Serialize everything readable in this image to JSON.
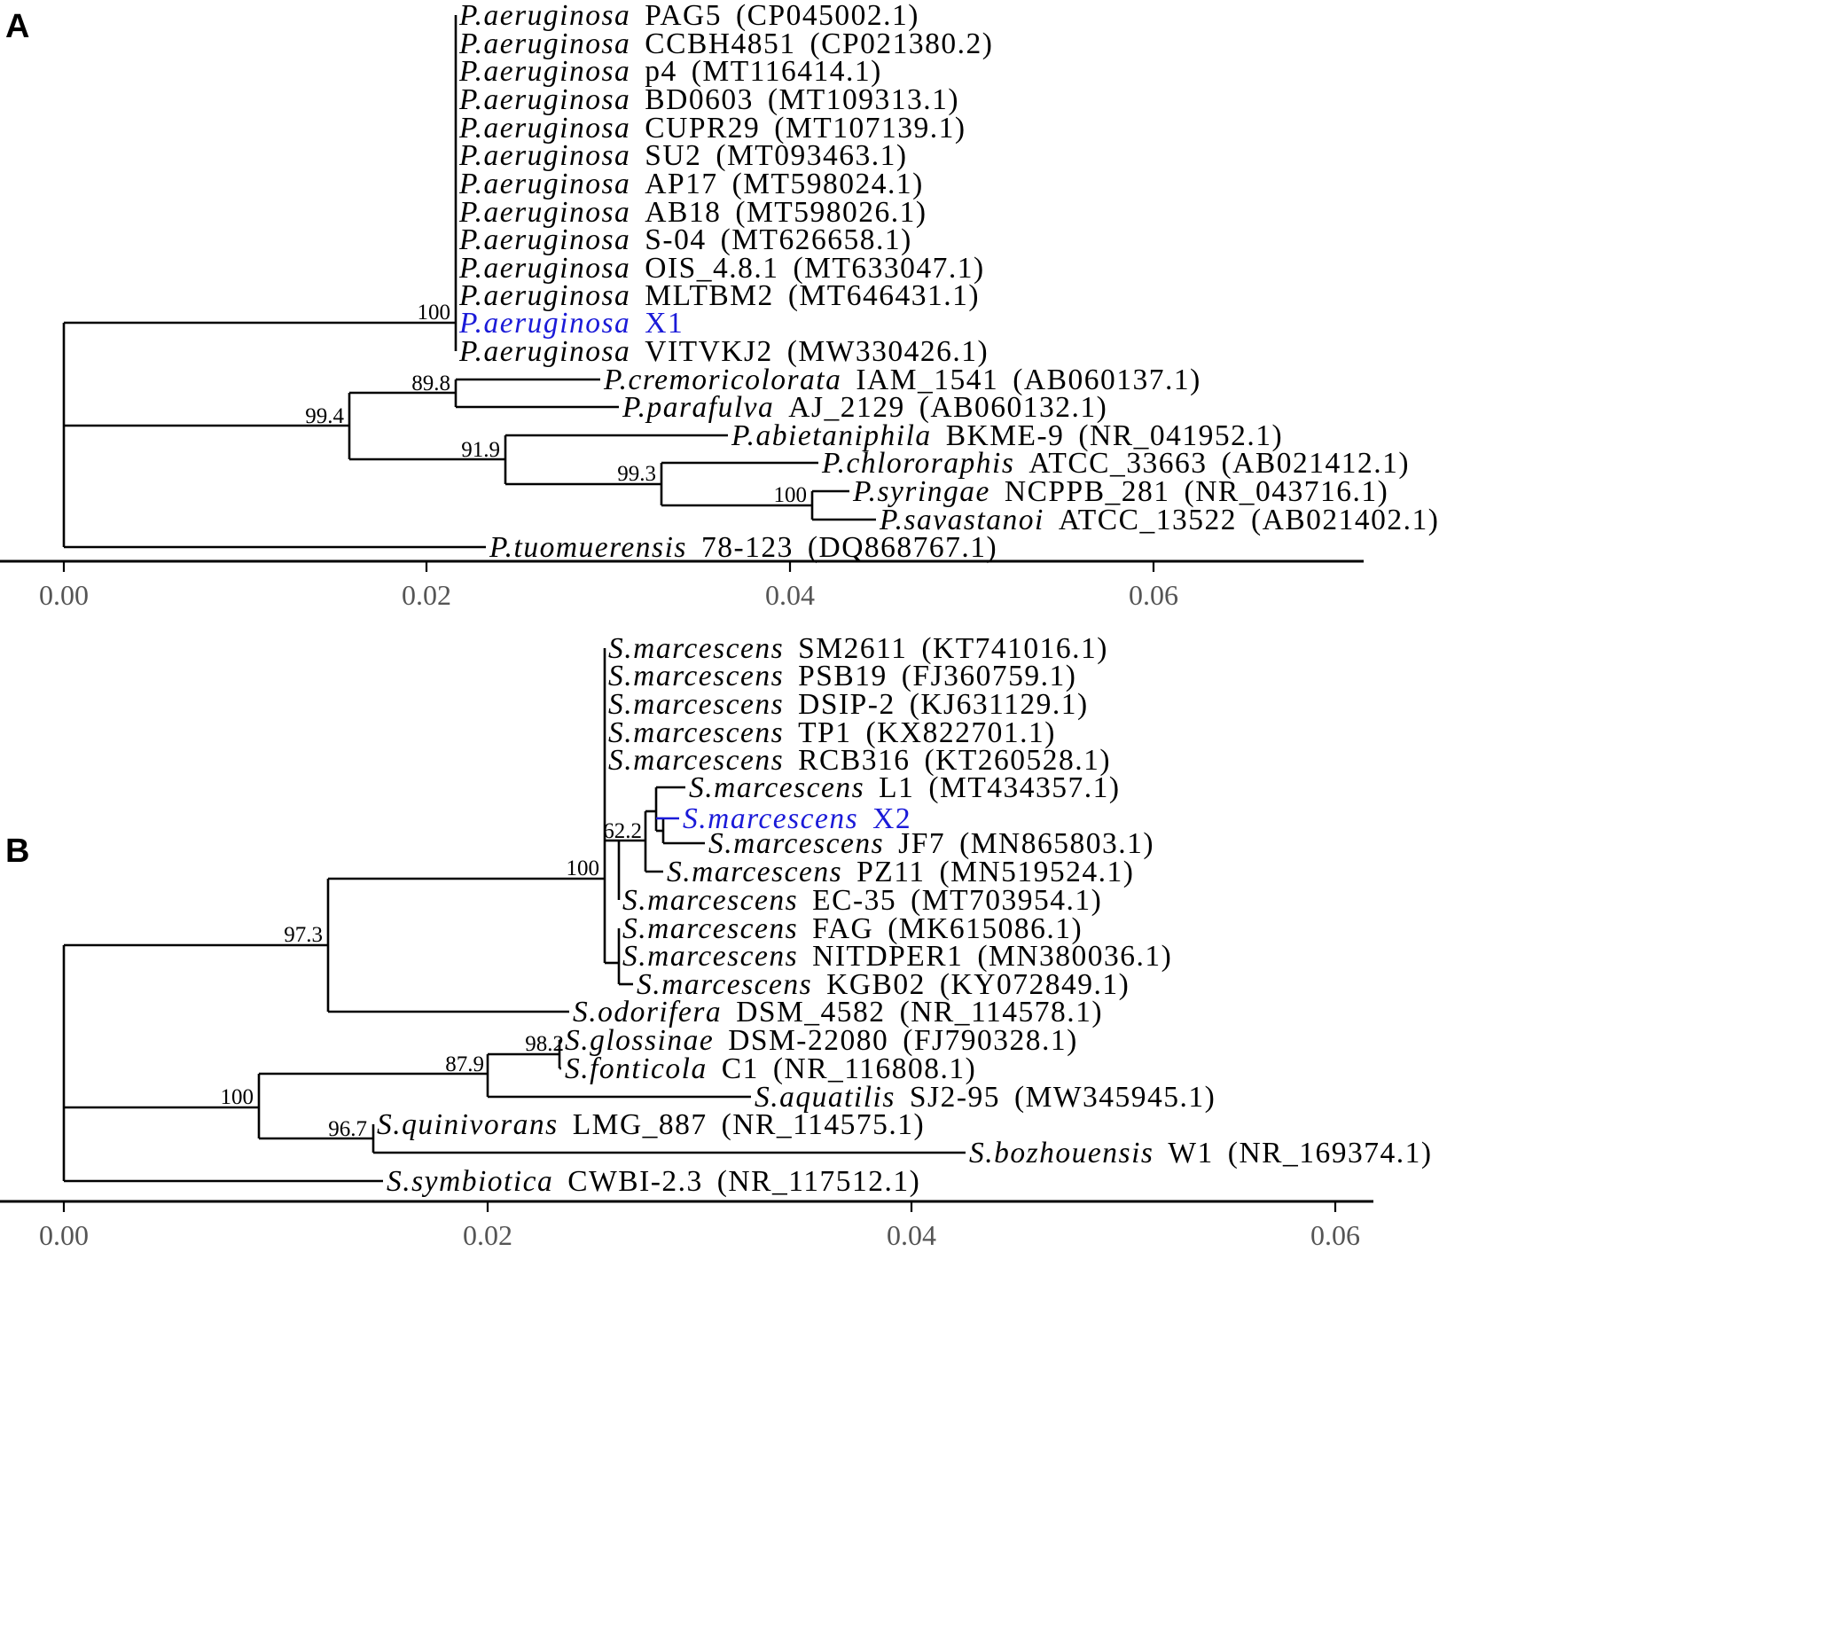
{
  "highlight_color": "#1a1ad8",
  "panels": [
    {
      "label": "A",
      "axis_ticks": [
        "0.00",
        "0.02",
        "0.04",
        "0.06"
      ],
      "leaves": [
        {
          "species": "P.aeruginosa",
          "strain": "PAG5",
          "accession": "(CP045002.1)"
        },
        {
          "species": "P.aeruginosa",
          "strain": "CCBH4851",
          "accession": "(CP021380.2)"
        },
        {
          "species": "P.aeruginosa",
          "strain": "p4",
          "accession": "(MT116414.1)"
        },
        {
          "species": "P.aeruginosa",
          "strain": "BD0603",
          "accession": "(MT109313.1)"
        },
        {
          "species": "P.aeruginosa",
          "strain": "CUPR29",
          "accession": "(MT107139.1)"
        },
        {
          "species": "P.aeruginosa",
          "strain": "SU2",
          "accession": "(MT093463.1)"
        },
        {
          "species": "P.aeruginosa",
          "strain": "AP17",
          "accession": "(MT598024.1)"
        },
        {
          "species": "P.aeruginosa",
          "strain": "AB18",
          "accession": "(MT598026.1)"
        },
        {
          "species": "P.aeruginosa",
          "strain": "S-04",
          "accession": "(MT626658.1)"
        },
        {
          "species": "P.aeruginosa",
          "strain": "OIS_4.8.1",
          "accession": "(MT633047.1)"
        },
        {
          "species": "P.aeruginosa",
          "strain": "MLTBM2",
          "accession": "(MT646431.1)"
        },
        {
          "species": "P.aeruginosa",
          "strain": "X1",
          "accession": ""
        },
        {
          "species": "P.aeruginosa",
          "strain": "VITVKJ2",
          "accession": "(MW330426.1)"
        },
        {
          "species": "P.cremoricolorata",
          "strain": "IAM_1541",
          "accession": "(AB060137.1)"
        },
        {
          "species": "P.parafulva",
          "strain": "AJ_2129",
          "accession": "(AB060132.1)"
        },
        {
          "species": "P.abietaniphila",
          "strain": "BKME-9",
          "accession": "(NR_041952.1)"
        },
        {
          "species": "P.chlororaphis",
          "strain": "ATCC_33663",
          "accession": "(AB021412.1)"
        },
        {
          "species": "P.syringae",
          "strain": "NCPPB_281",
          "accession": "(NR_043716.1)"
        },
        {
          "species": "P.savastanoi",
          "strain": "ATCC_13522",
          "accession": "(AB021402.1)"
        },
        {
          "species": "P.tuomuerensis",
          "strain": "78-123",
          "accession": "(DQ868767.1)"
        }
      ],
      "support_values": [
        "100",
        "89.8",
        "99.4",
        "91.9",
        "99.3",
        "100"
      ]
    },
    {
      "label": "B",
      "axis_ticks": [
        "0.00",
        "0.02",
        "0.04",
        "0.06"
      ],
      "leaves": [
        {
          "species": "S.marcescens",
          "strain": "SM2611",
          "accession": "(KT741016.1)"
        },
        {
          "species": "S.marcescens",
          "strain": "PSB19",
          "accession": "(FJ360759.1)"
        },
        {
          "species": "S.marcescens",
          "strain": "DSIP-2",
          "accession": "(KJ631129.1)"
        },
        {
          "species": "S.marcescens",
          "strain": "TP1",
          "accession": "(KX822701.1)"
        },
        {
          "species": "S.marcescens",
          "strain": "RCB316",
          "accession": "(KT260528.1)"
        },
        {
          "species": "S.marcescens",
          "strain": "L1",
          "accession": "(MT434357.1)"
        },
        {
          "species": "S.marcescens",
          "strain": "X2",
          "accession": ""
        },
        {
          "species": "S.marcescens",
          "strain": "JF7",
          "accession": "(MN865803.1)"
        },
        {
          "species": "S.marcescens",
          "strain": "PZ11",
          "accession": "(MN519524.1)"
        },
        {
          "species": "S.marcescens",
          "strain": "EC-35",
          "accession": "(MT703954.1)"
        },
        {
          "species": "S.marcescens",
          "strain": "FAG",
          "accession": "(MK615086.1)"
        },
        {
          "species": "S.marcescens",
          "strain": "NITDPER1",
          "accession": "(MN380036.1)"
        },
        {
          "species": "S.marcescens",
          "strain": "KGB02",
          "accession": "(KY072849.1)"
        },
        {
          "species": "S.odorifera",
          "strain": "DSM_4582",
          "accession": "(NR_114578.1)"
        },
        {
          "species": "S.glossinae",
          "strain": "DSM-22080",
          "accession": "(FJ790328.1)"
        },
        {
          "species": "S.fonticola",
          "strain": "C1",
          "accession": "(NR_116808.1)"
        },
        {
          "species": "S.aquatilis",
          "strain": "SJ2-95",
          "accession": "(MW345945.1)"
        },
        {
          "species": "S.quinivorans",
          "strain": "LMG_887",
          "accession": "(NR_114575.1)"
        },
        {
          "species": "S.bozhouensis",
          "strain": "W1",
          "accession": "(NR_169374.1)"
        },
        {
          "species": "S.symbiotica",
          "strain": "CWBI-2.3",
          "accession": "(NR_117512.1)"
        }
      ],
      "support_values": [
        "62.2",
        "100",
        "97.3",
        "98.2",
        "87.9",
        "100",
        "96.7"
      ]
    }
  ]
}
